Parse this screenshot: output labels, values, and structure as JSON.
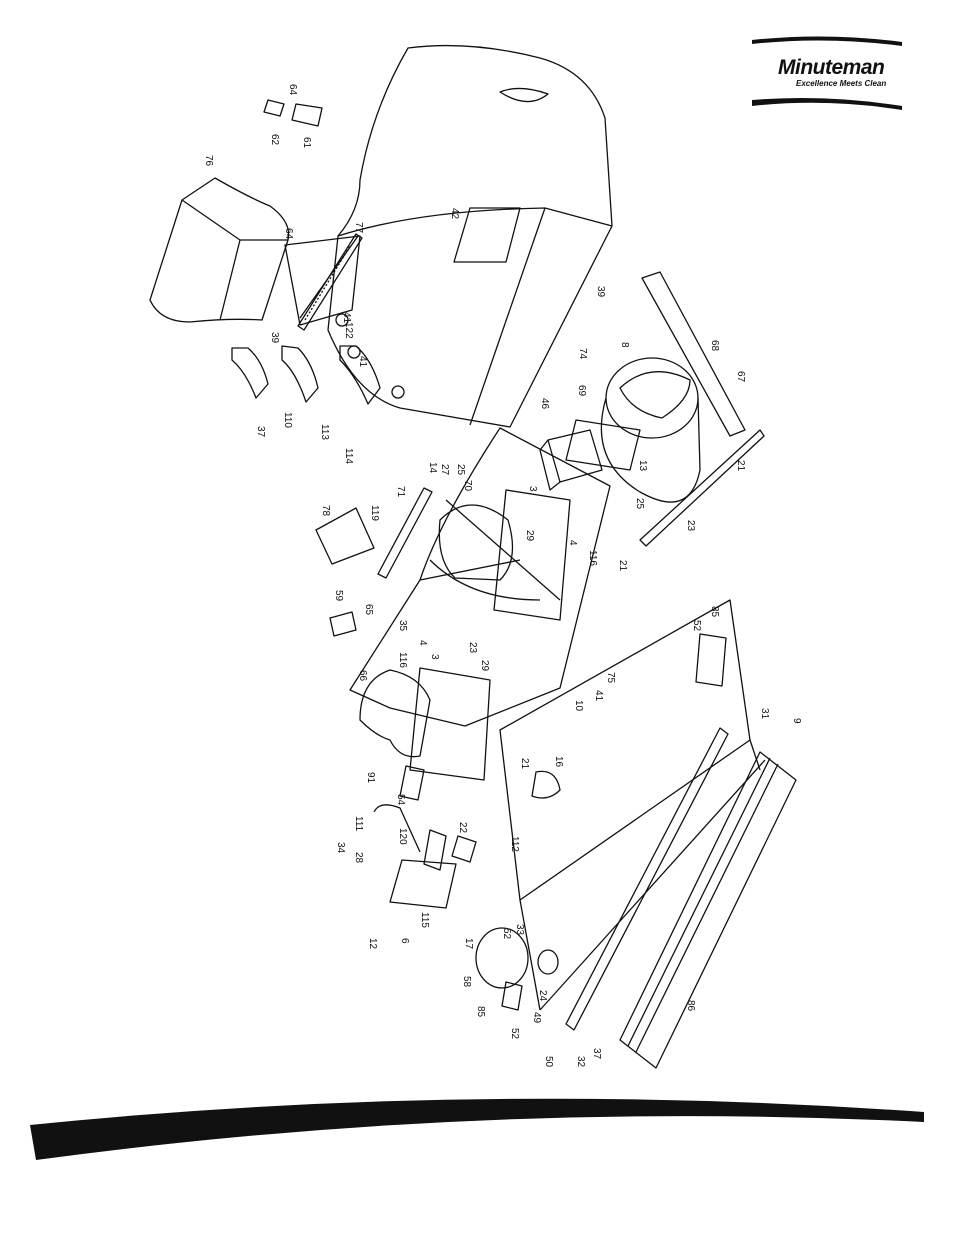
{
  "brand": {
    "name": "Minuteman",
    "tagline": "Excellence Meets Clean"
  },
  "part_labels": [
    "76",
    "62",
    "64",
    "61",
    "64",
    "77",
    "42",
    "39",
    "41",
    "122",
    "41",
    "37",
    "110",
    "113",
    "114",
    "74",
    "39",
    "8",
    "69",
    "68",
    "67",
    "46",
    "21",
    "13",
    "25",
    "23",
    "71",
    "14",
    "27",
    "25",
    "70",
    "78",
    "119",
    "3",
    "29",
    "4",
    "116",
    "21",
    "59",
    "65",
    "35",
    "4",
    "116",
    "23",
    "29",
    "3",
    "52",
    "85",
    "66",
    "10",
    "41",
    "75",
    "91",
    "54",
    "21",
    "16",
    "111",
    "120",
    "22",
    "112",
    "34",
    "28",
    "12",
    "6",
    "115",
    "17",
    "52",
    "33",
    "58",
    "24",
    "85",
    "52",
    "49",
    "50",
    "32",
    "37",
    "86",
    "31",
    "9"
  ]
}
